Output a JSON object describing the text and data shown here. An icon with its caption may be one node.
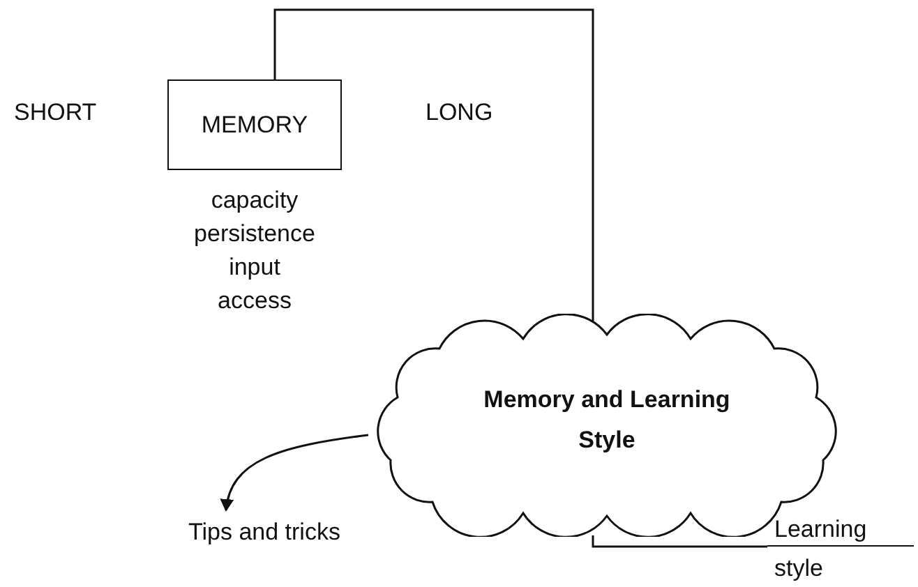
{
  "diagram": {
    "nodes": [
      {
        "text": [
          "MEMORY"
        ],
        "beside": [
          "capacity",
          "persistence",
          "input",
          "access"
        ]
      },
      {
        "text": [
          "Memory and Learning Style"
        ]
      },
      {
        "text": [
          "Tips and tricks"
        ]
      },
      {
        "text": [
          "Learning",
          "style"
        ]
      }
    ],
    "edges": [
      {
        "from": 0,
        "to": 1,
        "arrow": "none"
      },
      {
        "from": 1,
        "to": 2,
        "arrow": "to"
      },
      {
        "from": 1,
        "to": 3,
        "arrow": "none"
      }
    ],
    "labels": [
      "SHORT",
      "LONG"
    ]
  }
}
